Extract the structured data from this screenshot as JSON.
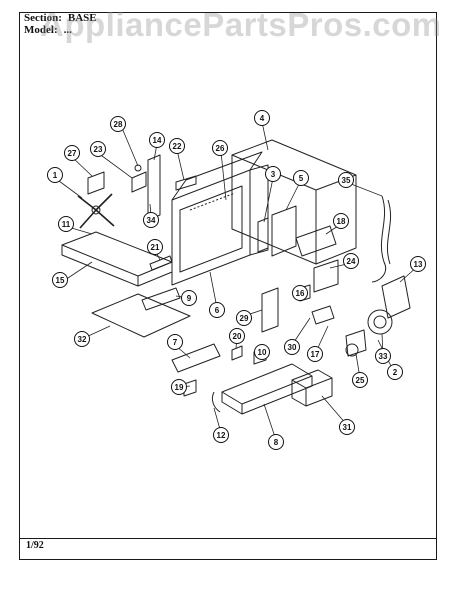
{
  "header": {
    "section_label": "Section:",
    "section_value": "BASE",
    "model_label": "Model:",
    "model_value": "..."
  },
  "watermark": "AppliancePartsPros.com",
  "footer": {
    "date": "1/92"
  },
  "callouts": [
    "28",
    "14",
    "22",
    "26",
    "4",
    "27",
    "23",
    "3",
    "5",
    "35",
    "1",
    "34",
    "18",
    "11",
    "21",
    "24",
    "13",
    "15",
    "9",
    "16",
    "6",
    "29",
    "32",
    "30",
    "17",
    "33",
    "7",
    "20",
    "10",
    "25",
    "2",
    "19",
    "12",
    "8",
    "31"
  ]
}
